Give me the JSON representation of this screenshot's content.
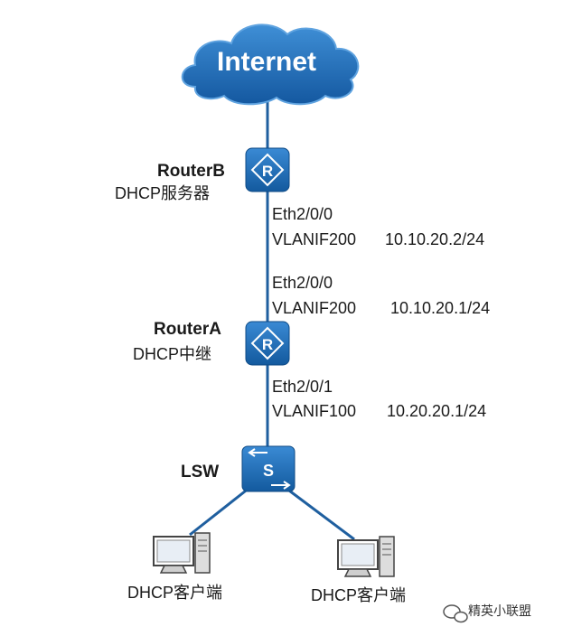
{
  "internet": {
    "label": "Internet"
  },
  "router_b": {
    "name": "RouterB",
    "role": "DHCP服务器",
    "icon_letter": "R"
  },
  "link_b": {
    "interface": "Eth2/0/0",
    "vlanif": "VLANIF200",
    "ip": "10.10.20.2/24"
  },
  "link_a_up": {
    "interface": "Eth2/0/0",
    "vlanif": "VLANIF200",
    "ip": "10.10.20.1/24"
  },
  "router_a": {
    "name": "RouterA",
    "role": "DHCP中继",
    "icon_letter": "R"
  },
  "link_a_down": {
    "interface": "Eth2/0/1",
    "vlanif": "VLANIF100",
    "ip": "10.20.20.1/24"
  },
  "switch": {
    "name": "LSW",
    "icon_letter": "S"
  },
  "clients": [
    {
      "label": "DHCP客户端"
    },
    {
      "label": "DHCP客户端"
    }
  ],
  "watermark": {
    "text": "精英小联盟"
  },
  "colors": {
    "cloud_fill": "#1e6fb8",
    "cloud_edge": "#4c97d8",
    "device_fill": "#1f74be",
    "link": "#1f5f9f",
    "text": "#1a1a1a"
  }
}
